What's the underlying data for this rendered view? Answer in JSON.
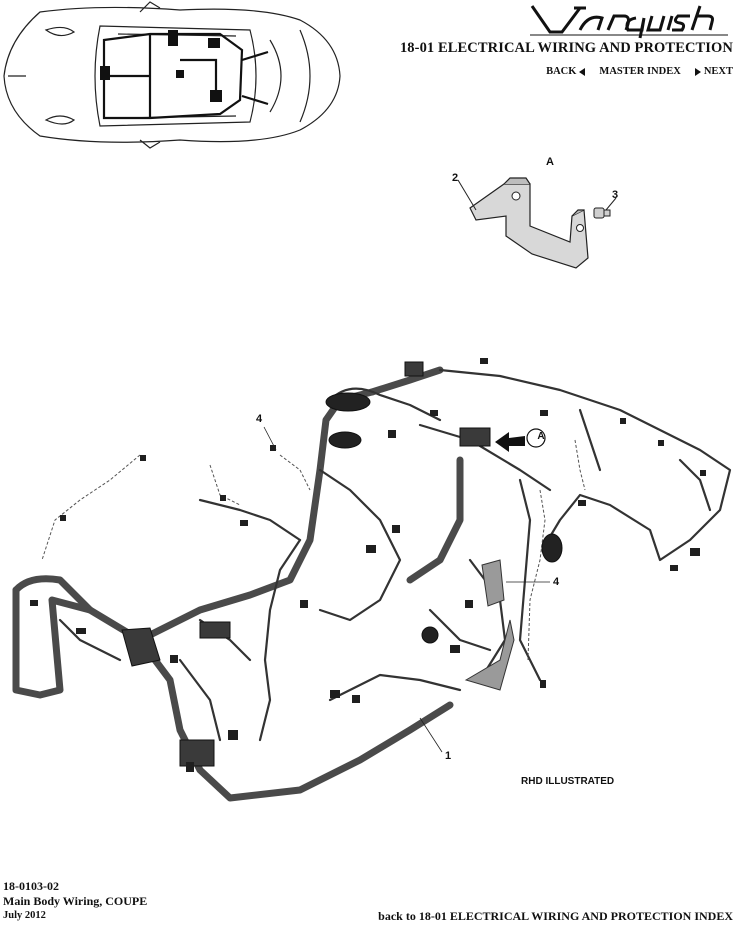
{
  "header": {
    "brand": "Vanquish",
    "section_title": "18-01 ELECTRICAL WIRING AND PROTECTION",
    "nav": {
      "back": "BACK",
      "master_index": "MASTER INDEX",
      "next": "NEXT"
    }
  },
  "diagram": {
    "detail_label": "A",
    "callouts": {
      "part1": "1",
      "part2": "2",
      "part3": "3",
      "part4_left": "4",
      "part4_right": "4",
      "arrow_label": "A"
    },
    "note": "RHD ILLUSTRATED"
  },
  "footer": {
    "code": "18-0103-02",
    "description": "Main Body Wiring, COUPE",
    "date": "July 2012",
    "back_link": "back to 18-01 ELECTRICAL WIRING AND PROTECTION INDEX"
  }
}
